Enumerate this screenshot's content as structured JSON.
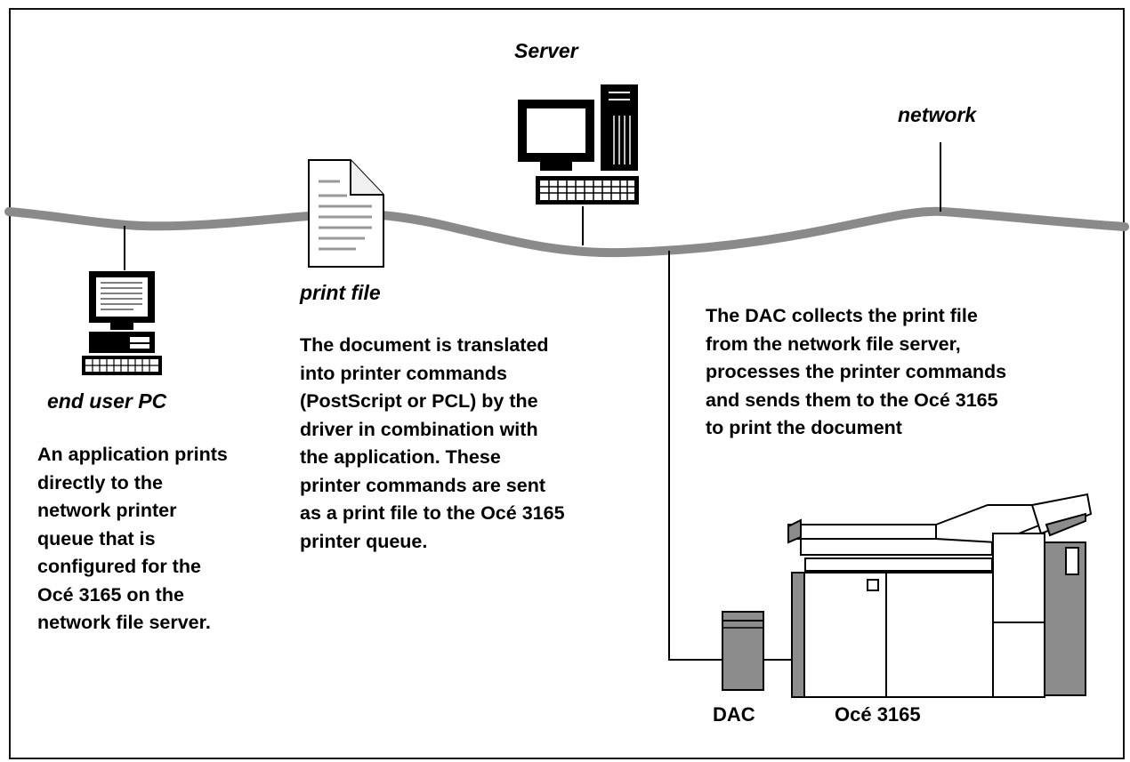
{
  "labels": {
    "server": "Server",
    "network": "network",
    "print_file": "print file",
    "end_user_pc": "end user PC",
    "dac": "DAC",
    "printer": "Océ 3165"
  },
  "paragraphs": {
    "end_user": "An application prints\ndirectly to the\nnetwork printer\nqueue that is\nconfigured for the\nOcé 3165 on the\nnetwork file server.",
    "print_file": "The document is translated\ninto printer commands\n(PostScript or PCL) by the\ndriver in combination with\nthe application. These\nprinter commands are sent\nas a print file to the Océ 3165\nprinter queue.",
    "dac": "The DAC collects the print file\nfrom the network file server,\nprocesses the printer commands\nand sends them to the Océ 3165\nto print the document"
  },
  "icons": [
    "server-computer-icon",
    "print-file-document-icon",
    "end-user-pc-icon",
    "dac-unit-icon",
    "oce-3165-printer-icon"
  ],
  "colors": {
    "network_line": "#8a8a8a",
    "ink": "#000000",
    "printer_fill": "#8c8c8c"
  }
}
